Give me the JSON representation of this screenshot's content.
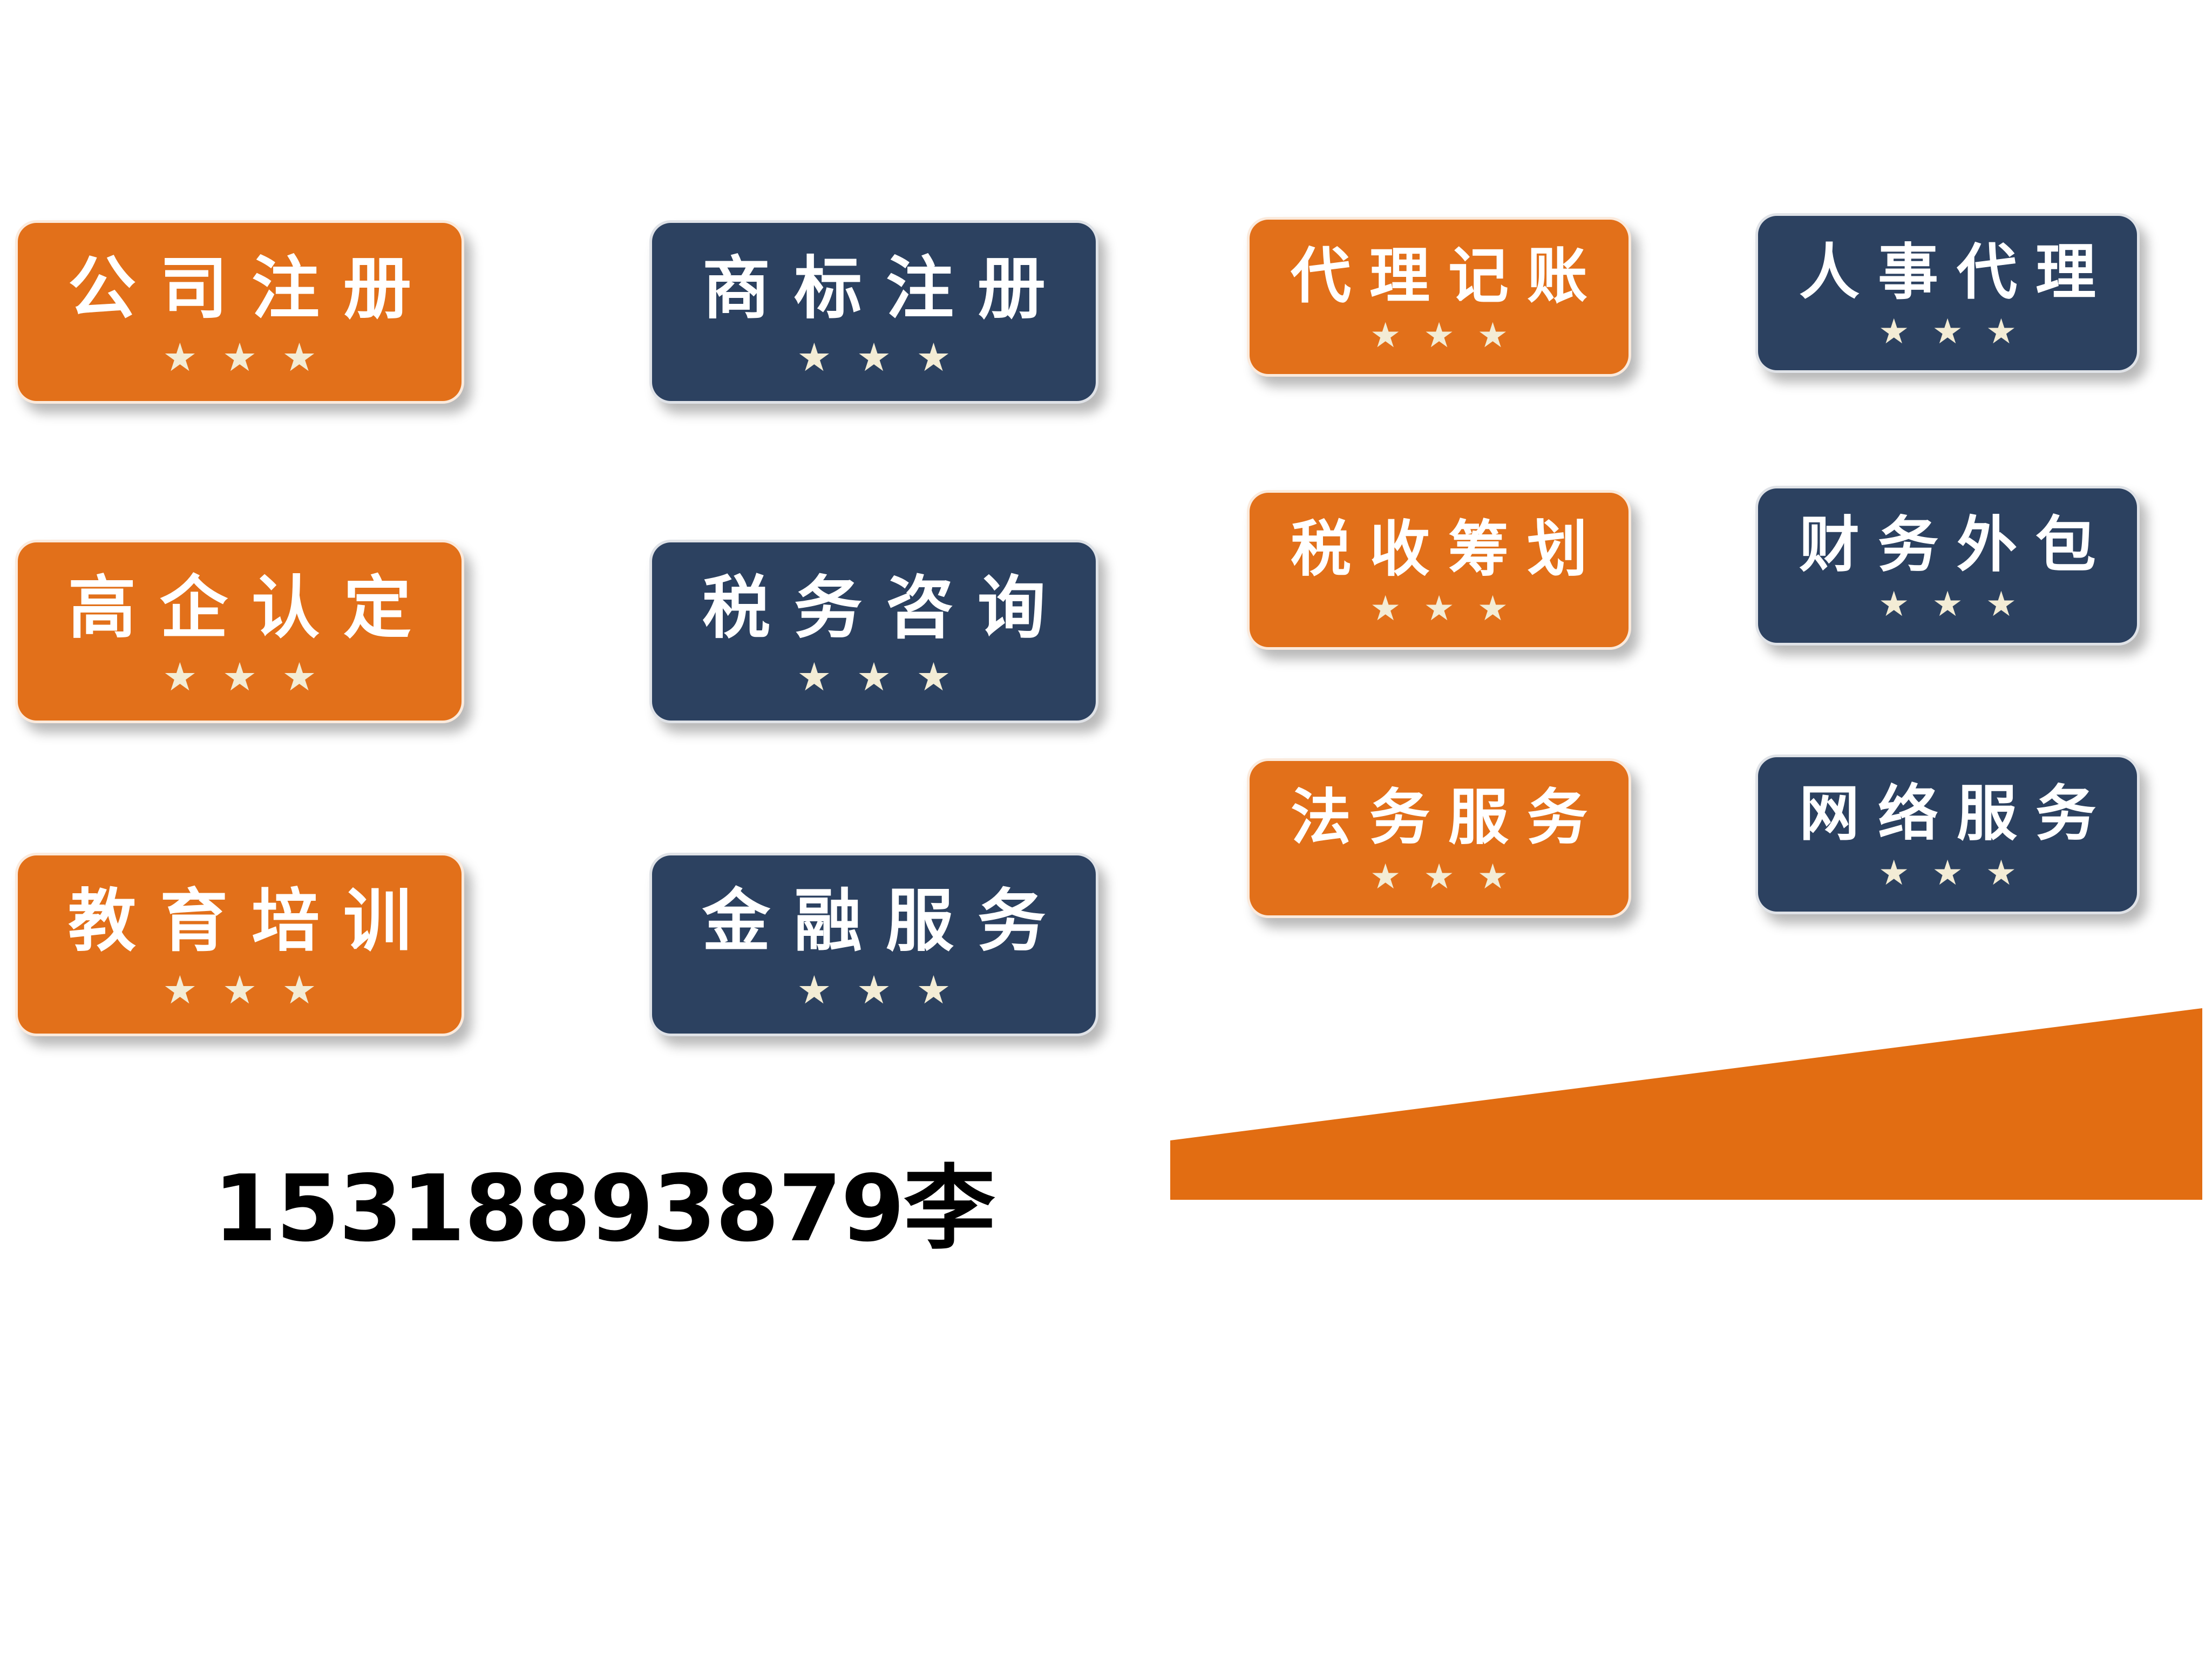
{
  "colors": {
    "orange": "#e2701a",
    "navy": "#2c4160",
    "star": "#f3ecd5",
    "wedge": "#e26d12"
  },
  "services": [
    {
      "label": "公司注册",
      "stars": "★★★",
      "color": "orange"
    },
    {
      "label": "商标注册",
      "stars": "★★★",
      "color": "navy"
    },
    {
      "label": "代理记账",
      "stars": "★★★",
      "color": "orange"
    },
    {
      "label": "人事代理",
      "stars": "★★★",
      "color": "navy"
    },
    {
      "label": "高企认定",
      "stars": "★★★",
      "color": "orange"
    },
    {
      "label": "税务咨询",
      "stars": "★★★",
      "color": "navy"
    },
    {
      "label": "税收筹划",
      "stars": "★★★",
      "color": "orange"
    },
    {
      "label": "财务外包",
      "stars": "★★★",
      "color": "navy"
    },
    {
      "label": "教育培训",
      "stars": "★★★",
      "color": "orange"
    },
    {
      "label": "金融服务",
      "stars": "★★★",
      "color": "navy"
    },
    {
      "label": "法务服务",
      "stars": "★★★",
      "color": "orange"
    },
    {
      "label": "网络服务",
      "stars": "★★★",
      "color": "navy"
    }
  ],
  "contact": {
    "phone": "15318893879李"
  }
}
